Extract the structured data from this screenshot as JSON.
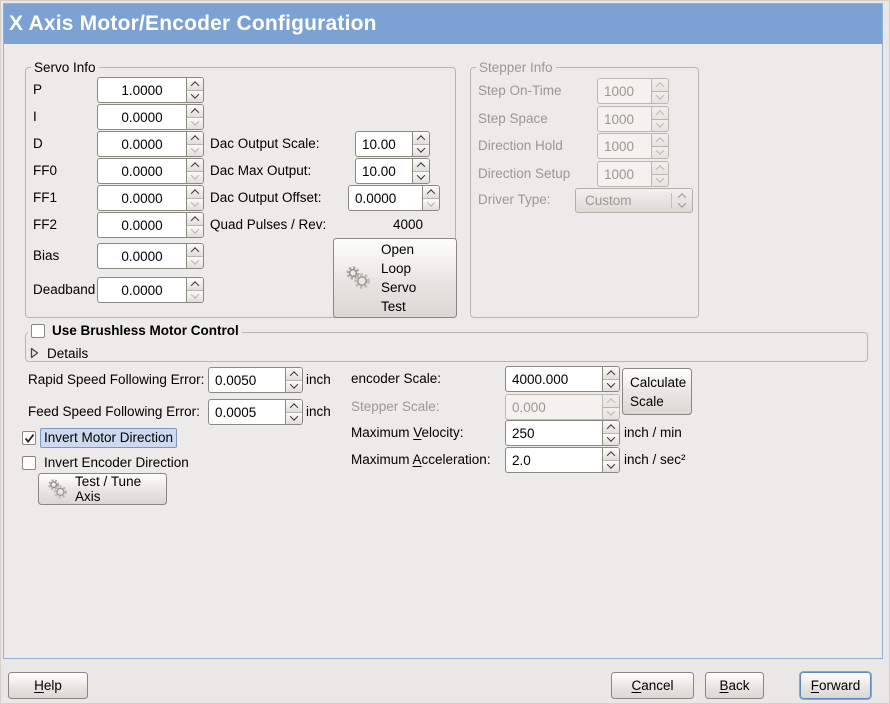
{
  "window": {
    "title": "X Axis Motor/Encoder Configuration"
  },
  "colors": {
    "header_bg": "#7ca2d4",
    "header_text": "#ffffff",
    "content_border": "#93b1d7",
    "window_bg": "#edebe9",
    "selection_highlight_bg": "#ccd9ee",
    "selection_highlight_border": "#7f97bd",
    "focus_ring": "#86a7d7",
    "disabled_text": "#9b9891"
  },
  "icons": {
    "open_loop_button": "gears-icon",
    "test_tune_button": "gears-icon",
    "details_expander": "triangle-right-icon",
    "spinner_up": "chevron-up-icon",
    "spinner_down": "chevron-down-icon",
    "combo_arrows": "updown-chevrons-icon",
    "checked_checkbox": "checkmark-icon"
  },
  "servo_info": {
    "title": "Servo Info",
    "fields": [
      {
        "label": "P",
        "value": "1.0000"
      },
      {
        "label": "I",
        "value": "0.0000"
      },
      {
        "label": "D",
        "value": "0.0000"
      },
      {
        "label": "FF0",
        "value": "0.0000"
      },
      {
        "label": "FF1",
        "value": "0.0000"
      },
      {
        "label": "FF2",
        "value": "0.0000"
      },
      {
        "label": "Bias",
        "value": "0.0000"
      },
      {
        "label": "Deadband",
        "value": "0.0000"
      }
    ]
  },
  "dac": {
    "scale": {
      "label": "Dac Output Scale:",
      "value": "10.00"
    },
    "max_output": {
      "label": "Dac Max Output:",
      "value": "10.00"
    },
    "offset": {
      "label": "Dac Output Offset:",
      "value": "0.0000"
    },
    "quad": {
      "label": "Quad Pulses / Rev:",
      "value": "4000"
    },
    "open_loop_button": "Open Loop Servo Test"
  },
  "stepper_info": {
    "title": "Stepper Info",
    "fields": [
      {
        "label": "Step On-Time",
        "value": "1000"
      },
      {
        "label": "Step Space",
        "value": "1000"
      },
      {
        "label": "Direction Hold",
        "value": "1000"
      },
      {
        "label": "Direction Setup",
        "value": "1000"
      }
    ],
    "driver_type": {
      "label": "Driver Type:",
      "value": "Custom"
    }
  },
  "brushless": {
    "checkbox_label": "Use Brushless Motor Control",
    "details_label": "Details"
  },
  "following_error": {
    "rapid": {
      "label": "Rapid Speed Following Error:",
      "value": "0.0050",
      "unit": "inch"
    },
    "feed": {
      "label": "Feed Speed Following Error:",
      "value": "0.0005",
      "unit": "inch"
    }
  },
  "scaling": {
    "encoder": {
      "label": "encoder Scale:",
      "value": "4000.000"
    },
    "calculate_button": "Calculate Scale",
    "stepper": {
      "label": "Stepper Scale:",
      "value": "0.000"
    },
    "velocity": {
      "label_pre": "Maximum ",
      "label_key": "V",
      "label_post": "elocity:",
      "value": "250",
      "unit": "inch / min"
    },
    "acceleration": {
      "label_pre": "Maximum ",
      "label_key": "A",
      "label_post": "cceleration:",
      "value": "2.0",
      "unit": "inch / sec²"
    }
  },
  "direction": {
    "invert_motor": {
      "label": "Invert Motor Direction",
      "checked": true
    },
    "invert_encoder": {
      "label": "Invert Encoder Direction",
      "checked": false
    }
  },
  "test_tune_button": "Test / Tune Axis",
  "footer": {
    "help": {
      "key": "H",
      "post": "elp"
    },
    "cancel": {
      "key": "C",
      "post": "ancel"
    },
    "back": {
      "key": "B",
      "post": "ack"
    },
    "forward": {
      "key": "F",
      "post": "orward"
    }
  }
}
